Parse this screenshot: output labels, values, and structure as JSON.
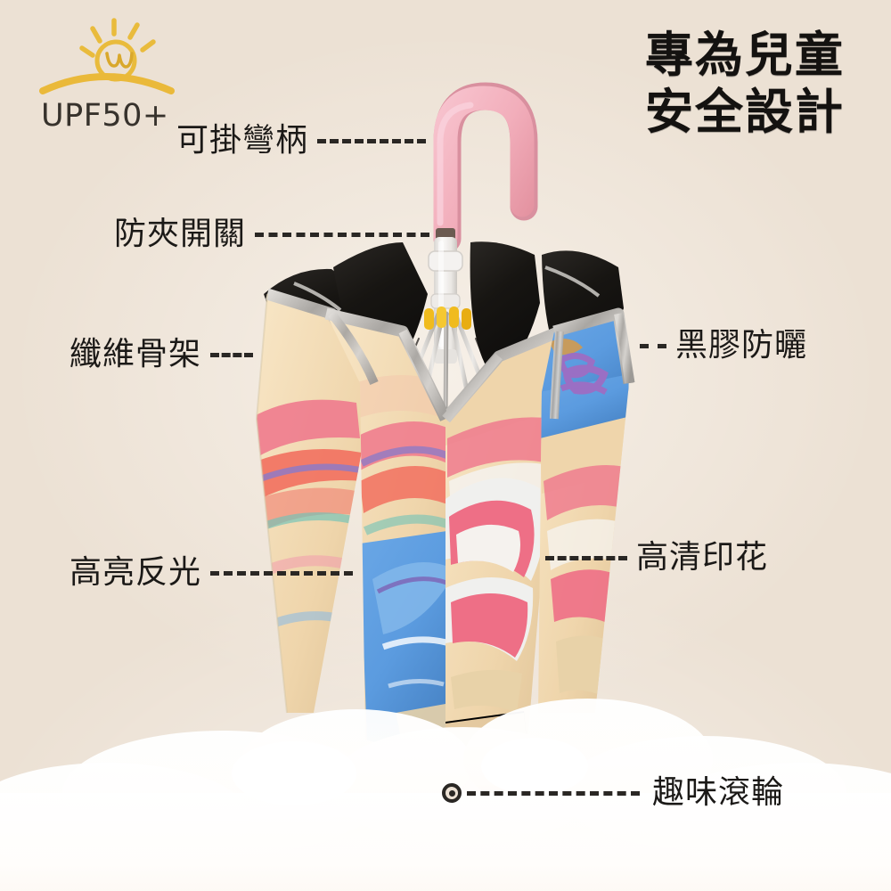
{
  "product": {
    "headline_line1": "專為兒童",
    "headline_line2": "安全設計",
    "badge": {
      "rating": "UPF50+",
      "sun_icon": "sun-uv-icon",
      "inner_text": "uv"
    }
  },
  "callouts": {
    "left": [
      {
        "id": "hook-handle",
        "label": "可掛彎柄",
        "icon": "dashed-leader-line"
      },
      {
        "id": "anti-pinch",
        "label": "防夾開關",
        "icon": "dashed-leader-line"
      },
      {
        "id": "fiber-frame",
        "label": "纖維骨架",
        "icon": "dashed-leader-line"
      },
      {
        "id": "reflective",
        "label": "高亮反光",
        "icon": "dashed-leader-line"
      }
    ],
    "right": [
      {
        "id": "uv-coating",
        "label": "黑膠防曬",
        "icon": "dashed-leader-line"
      },
      {
        "id": "hd-print",
        "label": "高清印花",
        "icon": "dashed-leader-line"
      }
    ],
    "bottom": [
      {
        "id": "roller-tip",
        "label": "趣味滾輪",
        "icon": "dot-marker-icon"
      }
    ]
  },
  "colors": {
    "background": "#ece1d4",
    "headline_text": "#141210",
    "label_text": "#1b1917",
    "leader_line": "#2a2724",
    "badge_gold": "#e9bb3c",
    "badge_text": "#37322c",
    "handle_pink": "#f2aebb",
    "shaft_white": "#f2f0ee",
    "canopy_tan": "#efd5ab",
    "canopy_blue": "#5b9bdf",
    "canopy_pink": "#ef7d8e",
    "canopy_coral": "#f2705f",
    "canopy_purple": "#9a6fc4",
    "canopy_black": "#1c1a18",
    "piping_silver": "#b9b6b3",
    "rib_tip_yellow": "#f0bb1e",
    "cloud_white": "#ffffff"
  }
}
